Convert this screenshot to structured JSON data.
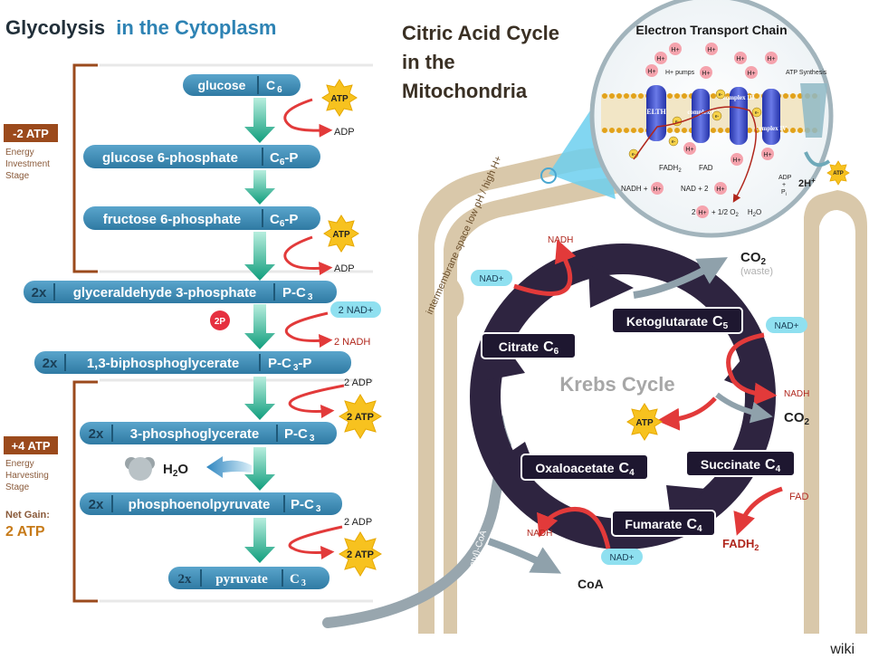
{
  "glycolysis": {
    "title_a": "Glycolysis",
    "title_b": "in the Cytoplasm",
    "steps": [
      {
        "label": "glucose",
        "formula": "C",
        "sub": "6",
        "suffix": ""
      },
      {
        "label": "glucose 6-phosphate",
        "formula": "C",
        "sub": "6",
        "suffix": "-P"
      },
      {
        "label": "fructose 6-phosphate",
        "formula": "C",
        "sub": "6",
        "suffix": "-P"
      },
      {
        "mult": "2x",
        "label": "glyceraldehyde 3-phosphate",
        "formula": "P-C",
        "sub": "3",
        "suffix": ""
      },
      {
        "mult": "2x",
        "label": "1,3-biphosphoglycerate",
        "formula": "P-C",
        "sub": "3",
        "suffix": "-P"
      },
      {
        "mult": "2x",
        "label": "3-phosphoglycerate",
        "formula": "P-C",
        "sub": "3",
        "suffix": ""
      },
      {
        "mult": "2x",
        "label": "phosphoenolpyruvate",
        "formula": "P-C",
        "sub": "3",
        "suffix": ""
      },
      {
        "mult": "2x",
        "label": "pyruvate",
        "formula": "C",
        "sub": "3",
        "suffix": ""
      }
    ],
    "atp": "ATP",
    "adp": "ADP",
    "two_atp": "2 ATP",
    "two_adp": "2 ADP",
    "two_nad": "2 NAD+",
    "two_nadh": "2 NADH",
    "two_p": "2P",
    "water_h": "H",
    "water_sub": "2",
    "water_o": "O",
    "investment": {
      "value": "-2 ATP",
      "line1": "Energy",
      "line2": "Investment",
      "line3": "Stage"
    },
    "harvesting": {
      "value": "+4 ATP",
      "line1": "Energy",
      "line2": "Harvesting",
      "line3": "Stage"
    },
    "net_gain_label": "Net Gain:",
    "net_gain_value": "2 ATP"
  },
  "citric": {
    "title_l1": "Citric Acid Cycle",
    "title_l2": "in the",
    "title_l3": "Mitochondria",
    "membrane_label": "intermembrane space low pH / high H+",
    "acetyl": "(acetyl)-CoA",
    "krebs": "Krebs Cycle",
    "citrate": {
      "label": "Citrate",
      "c": "C",
      "sub": "6"
    },
    "keto": {
      "label": "Ketoglutarate",
      "c": "C",
      "sub": "5"
    },
    "succinate": {
      "label": "Succinate",
      "c": "C",
      "sub": "4"
    },
    "fumarate": {
      "label": "Fumarate",
      "c": "C",
      "sub": "4"
    },
    "oxalo": {
      "label": "Oxaloacetate",
      "c": "C",
      "sub": "4"
    },
    "nad": "NAD+",
    "nadh": "NADH",
    "co2_c": "CO",
    "co2_sub": "2",
    "waste": "(waste)",
    "atp": "ATP",
    "fad": "FAD",
    "fadh_a": "FADH",
    "fadh_sub": "2",
    "coa": "CoA"
  },
  "etc": {
    "title": "Electron Transport Chain",
    "hplus": "H+",
    "h_pumps": "H+ pumps",
    "atp_synthesis": "ATP Synthesis",
    "elth": "ELTH",
    "complex1": "complex I",
    "complex3": "complex III",
    "complex4": "complex IV",
    "fadh_a": "FADH",
    "fadh_sub": "2",
    "fad": "FAD",
    "nadh_plus": "NADH +",
    "nad_plus2": "NAD + 2",
    "adp": "ADP",
    "plus": "+",
    "pi": "P",
    "pi_sub": "i",
    "two_h": "2H",
    "two_h_sup": "+",
    "atp": "ATP",
    "water_eq_a": "2",
    "water_eq_b": "+ 1/2 O",
    "water_eq_sub": "2",
    "water_eq_c": "H",
    "water_eq_d": "O",
    "e": "e-"
  },
  "watermark": "wiki",
  "colors": {
    "pill": "#3d8ab3",
    "pill_dark": "#2a6a8f",
    "arrow_green": "#1fae8c",
    "brown": "#9b4a1c",
    "cycle": "#2e2440",
    "atp_star": "#f7c21f",
    "red": "#e23a3a",
    "nad_cyan": "#8fe0f0"
  }
}
